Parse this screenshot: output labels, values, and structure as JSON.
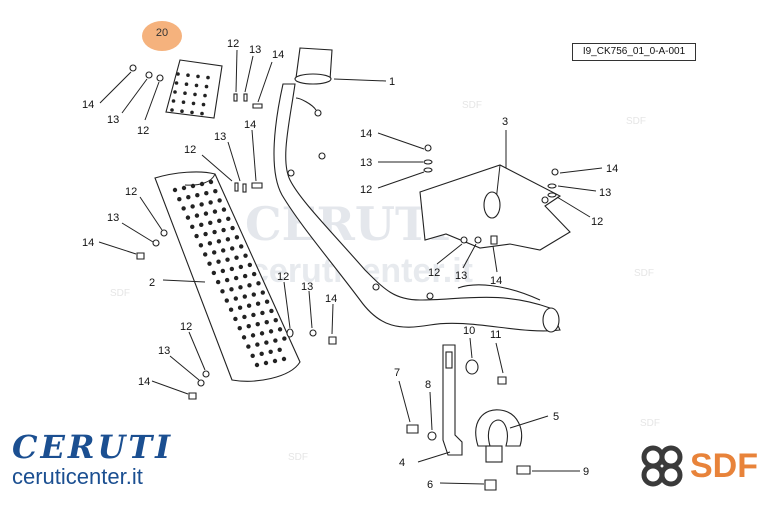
{
  "doc_ref": "I9_CK756_01_0-A-001",
  "badge": "20",
  "watermark": {
    "brand": "CERUTI",
    "site": "ceruticenter.it",
    "sdf": "SDF"
  },
  "brand": {
    "name": "CERUTI",
    "site": "ceruticenter.it"
  },
  "sdf_logo": "SDF",
  "callouts": [
    {
      "id": "c1",
      "text": "1"
    },
    {
      "id": "c2",
      "text": "2"
    },
    {
      "id": "c3",
      "text": "3"
    },
    {
      "id": "c4",
      "text": "4"
    },
    {
      "id": "c5",
      "text": "5"
    },
    {
      "id": "c6",
      "text": "6"
    },
    {
      "id": "c7",
      "text": "7"
    },
    {
      "id": "c8",
      "text": "8"
    },
    {
      "id": "c9",
      "text": "9"
    },
    {
      "id": "c10",
      "text": "10"
    },
    {
      "id": "c11",
      "text": "11"
    },
    {
      "id": "c12a",
      "text": "12"
    },
    {
      "id": "c13a",
      "text": "13"
    },
    {
      "id": "c14a",
      "text": "14"
    },
    {
      "id": "c14b",
      "text": "14"
    },
    {
      "id": "c13b",
      "text": "13"
    },
    {
      "id": "c12b",
      "text": "12"
    },
    {
      "id": "c12c",
      "text": "12"
    },
    {
      "id": "c13c",
      "text": "13"
    },
    {
      "id": "c14c",
      "text": "14"
    },
    {
      "id": "c12d",
      "text": "12"
    },
    {
      "id": "c13d",
      "text": "13"
    },
    {
      "id": "c14d",
      "text": "14"
    },
    {
      "id": "c14e",
      "text": "14"
    },
    {
      "id": "c13e",
      "text": "13"
    },
    {
      "id": "c12e",
      "text": "12"
    },
    {
      "id": "c12f",
      "text": "12"
    },
    {
      "id": "c13f",
      "text": "13"
    },
    {
      "id": "c14f",
      "text": "14"
    },
    {
      "id": "c14g",
      "text": "14"
    },
    {
      "id": "c13g",
      "text": "13"
    },
    {
      "id": "c12g",
      "text": "12"
    },
    {
      "id": "c12h",
      "text": "12"
    },
    {
      "id": "c13h",
      "text": "13"
    },
    {
      "id": "c14h",
      "text": "14"
    },
    {
      "id": "c12i",
      "text": "12"
    },
    {
      "id": "c13i",
      "text": "13"
    },
    {
      "id": "c14i",
      "text": "14"
    }
  ]
}
